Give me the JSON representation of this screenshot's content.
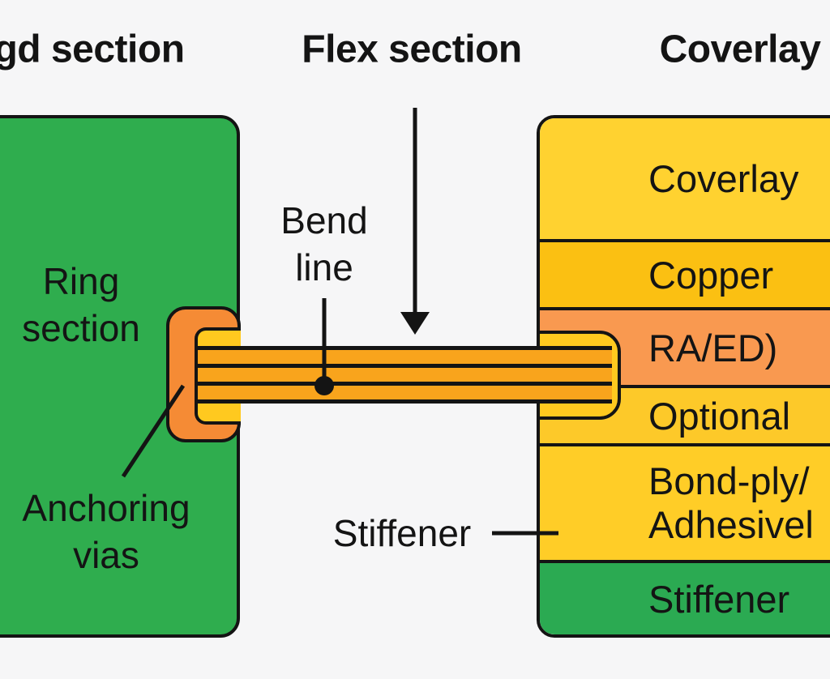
{
  "headers": {
    "rigid": "gd section",
    "flex": "Flex section",
    "coverlay": "Coverlay"
  },
  "board_labels": {
    "ring": {
      "line1": "Ring",
      "line2": "section"
    },
    "anchoring": {
      "line1": "Anchoring",
      "line2": "vias"
    },
    "bend": {
      "line1": "Bend",
      "line2": "line"
    },
    "stiffener_pointer": "Stiffener"
  },
  "stack_layers": [
    {
      "label": "Coverlay"
    },
    {
      "label": "Copper"
    },
    {
      "label": "RA/ED)"
    },
    {
      "label": "Optional"
    },
    {
      "lines": {
        "0": "Bond-ply/",
        "1": "Adhesivel"
      }
    },
    {
      "label": "Stiffener"
    }
  ],
  "icons": {
    "flex_arrow": "down-arrow",
    "bend_point": "bend-point-dot"
  },
  "colors": {
    "background": "#f6f6f7",
    "ink": "#141414",
    "board-green": "#2fad4e",
    "stiffener-green": "#2baa52",
    "connector-orange": "#f58b35",
    "ribbon-orange": "#f9a41c",
    "cap-yellow": "#ffc91f",
    "coverlay-yellow": "#ffd230",
    "copper-amber": "#fbc012",
    "raed-salmon": "#f99950",
    "optional-yellow": "#fdc929",
    "bondply-yellow": "#ffcd27"
  }
}
